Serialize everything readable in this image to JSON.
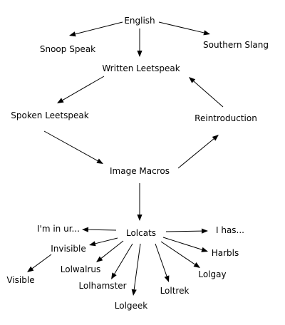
{
  "diagram": {
    "nodes": {
      "english": "English",
      "snoop": "Snoop Speak",
      "southern": "Southern Slang",
      "written": "Written Leetspeak",
      "spoken": "Spoken Leetspeak",
      "reintro": "Reintroduction",
      "macros": "Image Macros",
      "lolcats": "Lolcats",
      "iminur": "I'm in ur...",
      "ihas": "I has...",
      "invisible": "Invisible",
      "visible": "Visible",
      "harbls": "Harbls",
      "lolwalrus": "Lolwalrus",
      "lolgay": "Lolgay",
      "lolhamster": "Lolhamster",
      "loltrek": "Loltrek",
      "lolgeek": "Lolgeek"
    }
  },
  "colors": {
    "stroke": "#000000",
    "text": "#000000",
    "background": "#ffffff"
  }
}
